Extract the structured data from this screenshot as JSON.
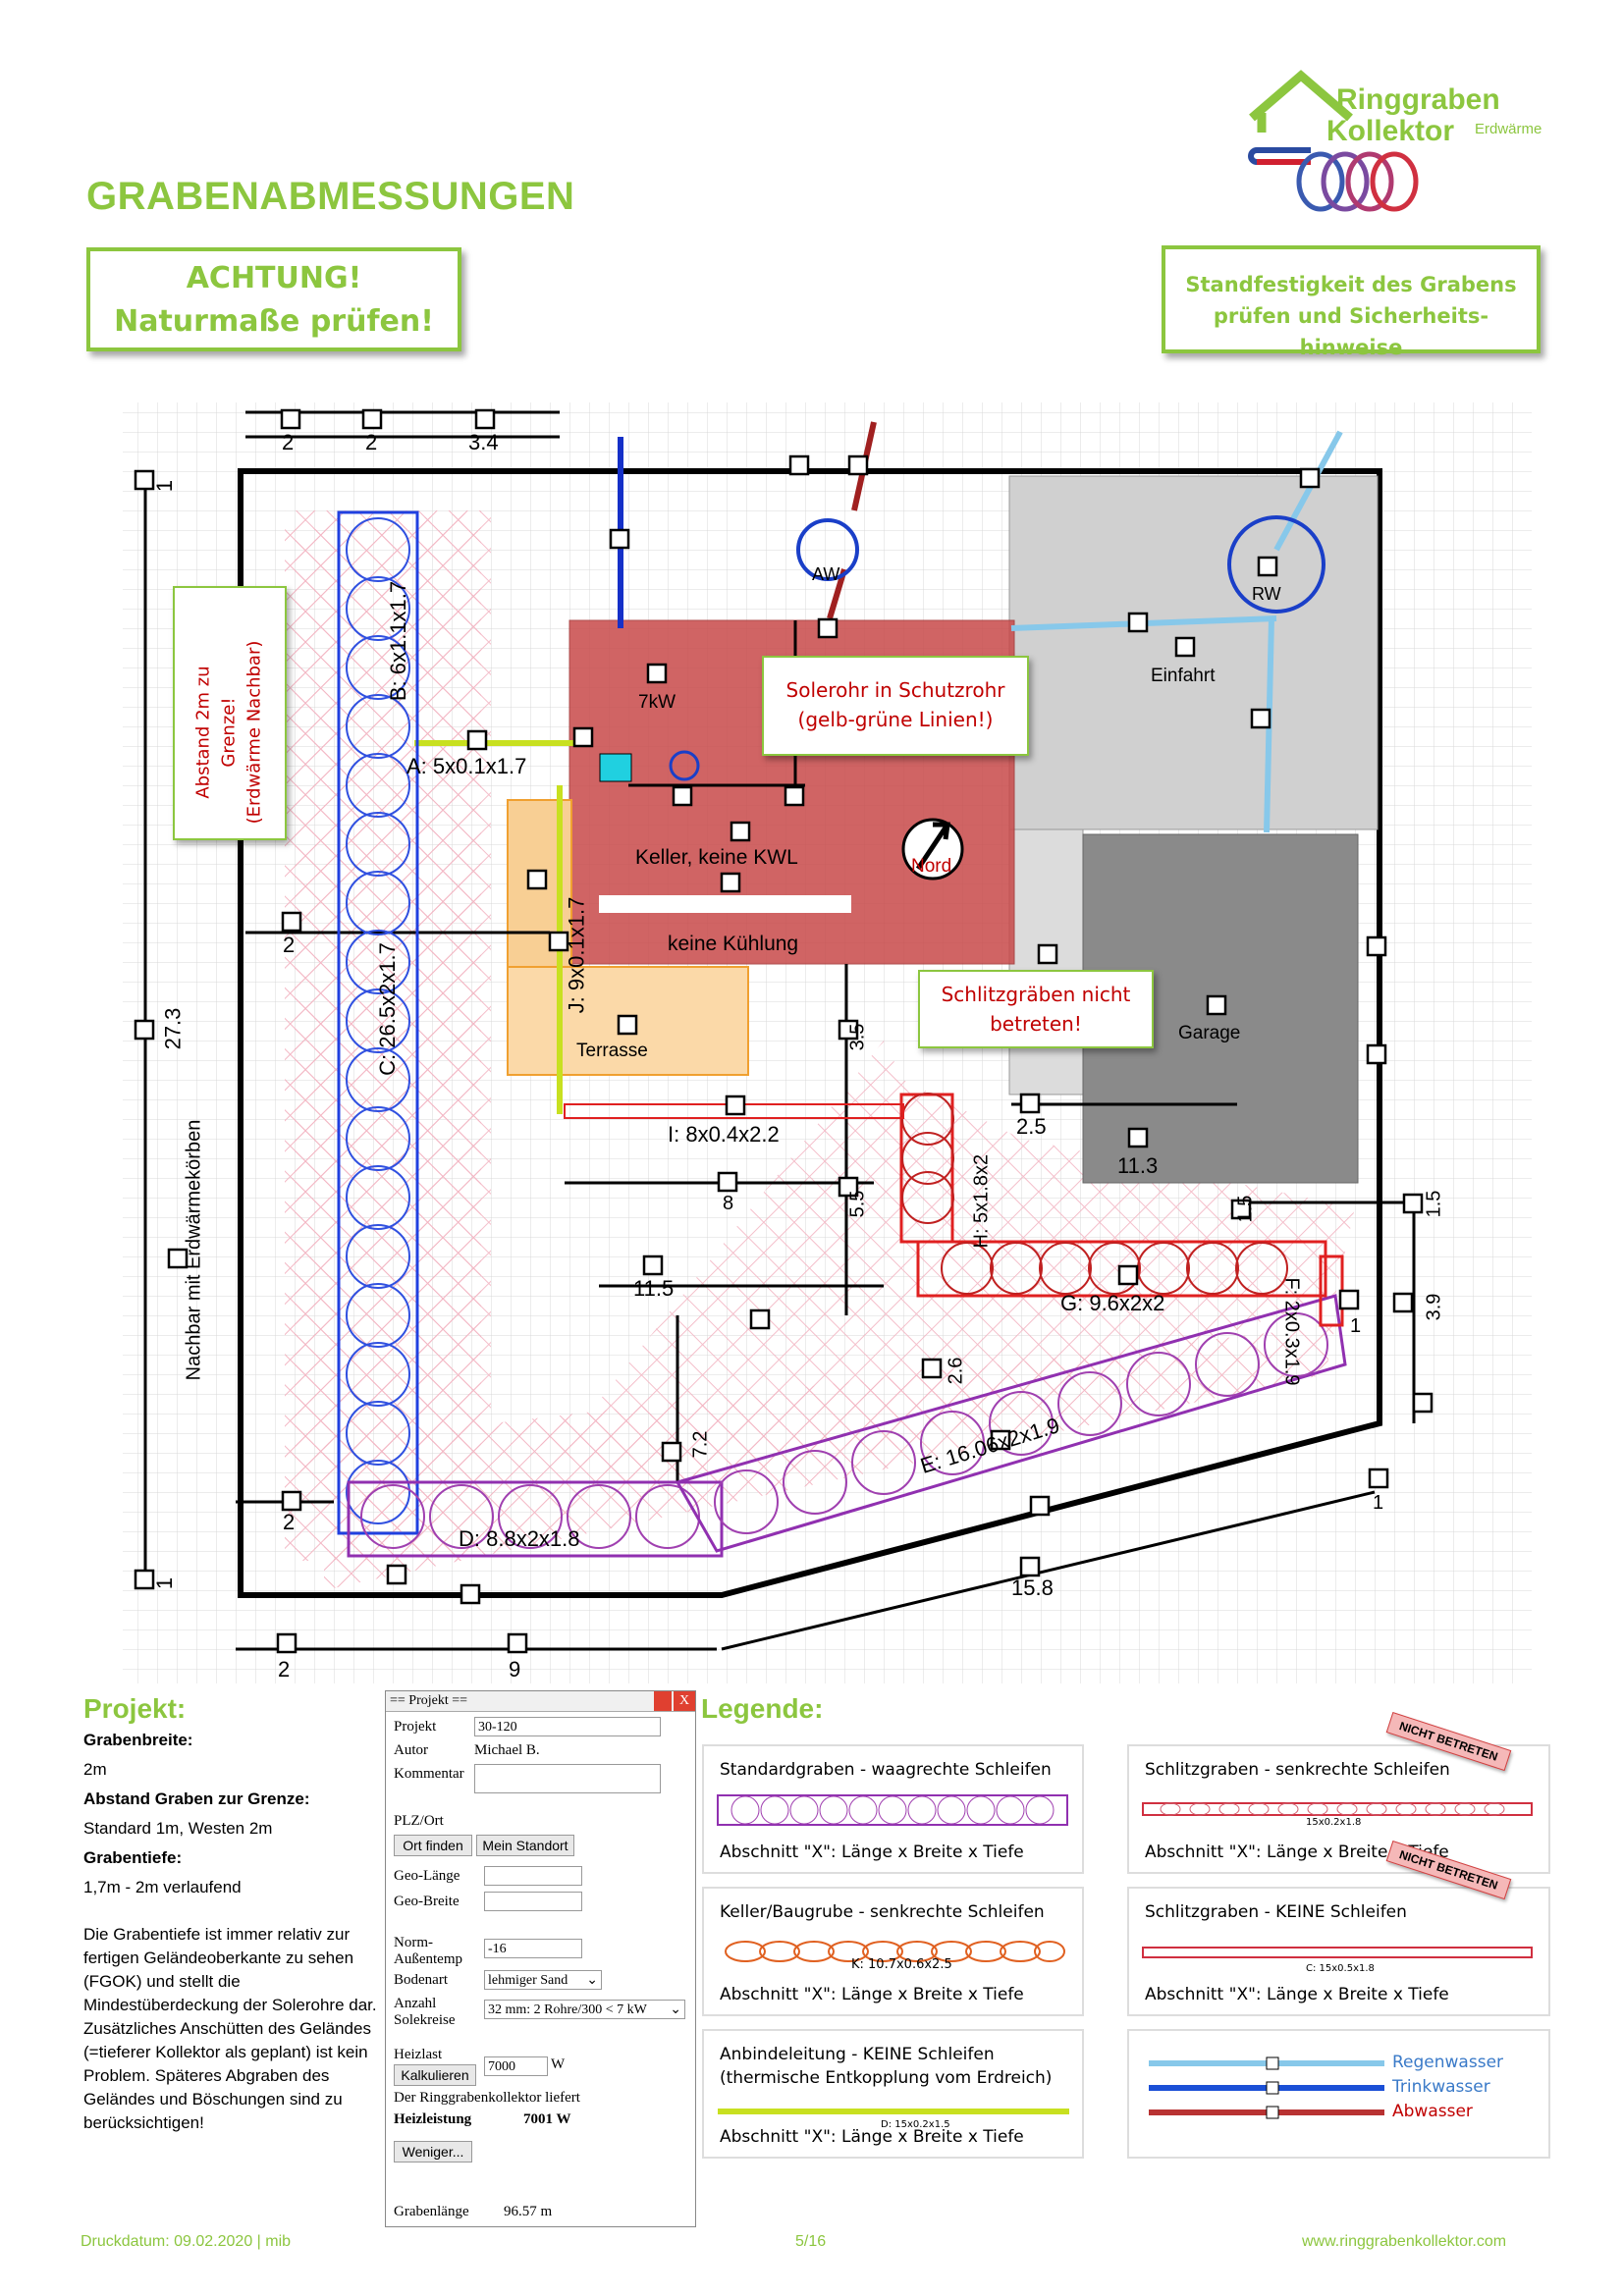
{
  "logo": {
    "line1": "Ringgraben",
    "line2": "Kollektor",
    "line3": "Erdwärme"
  },
  "title": "GRABENABMESSUNGEN",
  "warning": {
    "line1": "ACHTUNG!",
    "line2": "Naturmaße prüfen!"
  },
  "stability": {
    "line1": "Standfestigkeit des Grabens",
    "line2": "prüfen und Sicherheits-hinweise"
  },
  "notes": {
    "abstand": {
      "line1": "Abstand 2m zu",
      "line2": "Grenze!",
      "line3": "(Erdwärme Nachbar)"
    },
    "solerohr": {
      "line1": "Solerohr in Schutzrohr",
      "line2": "(gelb-grüne Linien!)"
    },
    "schlitz": {
      "line1": "Schlitzgräben nicht",
      "line2": "betreten!"
    }
  },
  "plan": {
    "dims": {
      "top_2a": "2",
      "top_2b": "2",
      "top_34": "3.4",
      "left_1a": "1",
      "left_273": "27.3",
      "left_1b": "1",
      "left_2a": "2",
      "left_2b": "2",
      "bottom_2": "2",
      "bottom_9": "9",
      "bottom_158": "15.8",
      "d_35": "3.5",
      "d_55": "5.5",
      "d_8": "8",
      "d_115": "11.5",
      "d_25": "2.5",
      "d_113": "11.3",
      "d_15a": "1.5",
      "d_15b": "1.5",
      "d_39": "3.9",
      "d_1a": "1",
      "d_1b": "1",
      "d_26": "2.6",
      "d_72": "7.2"
    },
    "labels": {
      "aw": "AW",
      "rw": "RW",
      "kw": "7kW",
      "einfahrt": "Einfahrt",
      "keller": "Keller, keine KWL",
      "kuehlung": "keine Kühlung",
      "nord": "Nord",
      "terrasse": "Terrasse",
      "garage": "Garage",
      "nachbar": "Nachbar mit Erdwärmekörben"
    },
    "sections": {
      "A": "A: 5x0.1x1.7",
      "B": "B: 6x1.1x1.7",
      "C": "C: 26.5x2x1.7",
      "D": "D: 8.8x2x1.8",
      "E": "E: 16.06x2x1.9",
      "F": "F: 2x0.3x1.9",
      "G": "G: 9.6x2x2",
      "H": "H: 5x1.8x2",
      "I": "I: 8x0.4x2.2",
      "J": "J: 9x0.1x1.7"
    }
  },
  "project": {
    "heading": "Projekt:",
    "grabenbreite_label": "Grabenbreite:",
    "grabenbreite": "2m",
    "abstand_label": "Abstand Graben zur Grenze:",
    "abstand": "Standard 1m, Westen 2m",
    "tiefe_label": "Grabentiefe:",
    "tiefe": "1,7m - 2m verlaufend",
    "paragraph": "Die Grabentiefe ist immer relativ zur fertigen Geländeoberkante zu sehen (FGOK) und stellt die Mindestüberdeckung der Solerohre dar. Zusätzliches Anschütten des Geländes (=tieferer Kollektor als geplant) ist kein Problem. Späteres Abgraben des Geländes und Böschungen sind zu berücksichtigen!"
  },
  "window": {
    "title": "== Projekt ==",
    "projekt_label": "Projekt",
    "projekt": "30-120",
    "autor_label": "Autor",
    "autor": "Michael B.",
    "kommentar_label": "Kommentar",
    "plz_label": "PLZ/Ort",
    "ort_btn": "Ort finden",
    "standort_btn": "Mein Standort",
    "laenge_label": "Geo-Länge",
    "breite_label": "Geo-Breite",
    "temp_label1": "Norm-",
    "temp_label2": "Außentemp",
    "temp": "-16",
    "boden_label": "Bodenart",
    "boden": "lehmiger Sand",
    "kreise_label1": "Anzahl",
    "kreise_label2": "Solekreise",
    "kreise": "32 mm: 2 Rohre/300 < 7 kW",
    "heizlast_label": "Heizlast",
    "kalk_btn": "Kalkulieren",
    "heizlast": "7000",
    "heizlast_unit": "W",
    "liefert": "Der Ringgrabenkollektor liefert",
    "heizleistung_label": "Heizleistung",
    "heizleistung": "7001 W",
    "weniger_btn": "Weniger...",
    "grabenlaenge_label": "Grabenlänge",
    "grabenlaenge": "96.57 m"
  },
  "legend": {
    "heading": "Legende:",
    "standard": {
      "title": "Standardgraben - waagrechte Schleifen",
      "bottom": "Abschnitt \"X\": Länge x Breite x Tiefe"
    },
    "schlitz_s": {
      "title": "Schlitzgraben - senkrechte Schleifen",
      "bottom": "Abschnitt \"X\": Länge x Breite x Tiefe",
      "mini": "15x0.2x1.8"
    },
    "keller": {
      "title": "Keller/Baugrube - senkrechte  Schleifen",
      "bottom": "Abschnitt \"X\": Länge x Breite x Tiefe",
      "mini": "K: 10.7x0.6x2.5"
    },
    "schlitz_k": {
      "title": "Schlitzgraben - KEINE Schleifen",
      "bottom": "Abschnitt \"X\": Länge x Breite x Tiefe",
      "mini": "C: 15x0.5x1.8"
    },
    "anbind": {
      "title1": "Anbindeleitung - KEINE Schleifen",
      "title2": "(thermische Entkopplung vom Erdreich)",
      "bottom": "Abschnitt \"X\": Länge x Breite x Tiefe",
      "mini": "D: 15x0.2x1.5"
    },
    "nicht": "NICHT BETRETEN",
    "regen": "Regenwasser",
    "trink": "Trinkwasser",
    "ab": "Abwasser",
    "colors": {
      "regen": "#87c8ea",
      "trink": "#1a4fd6",
      "ab": "#b83232"
    }
  },
  "footer": {
    "date": "Druckdatum: 09.02.2020 | mib",
    "page": "5/16",
    "url": "www.ringgrabenkollektor.com"
  }
}
